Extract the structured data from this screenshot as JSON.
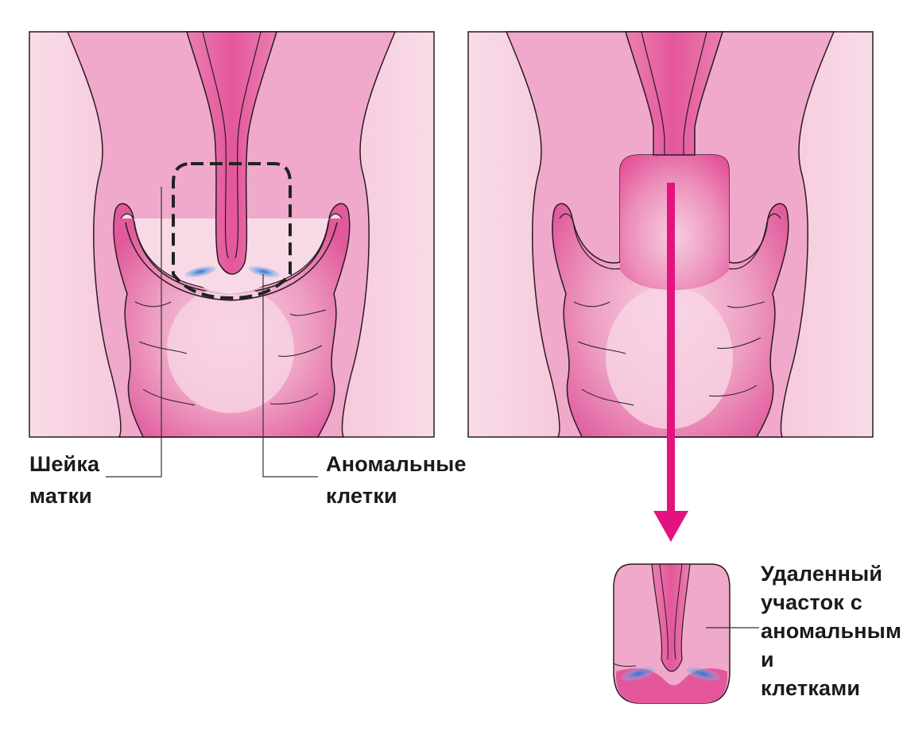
{
  "labels": {
    "cervix": {
      "line1": "Шейка",
      "line2": "матки"
    },
    "abnormal_cells": {
      "line1": "Аномальные",
      "line2": "клетки"
    },
    "removed_section": {
      "line1": "Удаленный",
      "line2": "участок с",
      "line3": "аномальным",
      "line4": "и",
      "line5": "клетками"
    }
  },
  "colors": {
    "background_pink": "#f3bcd3",
    "light_pink": "#f9dbe7",
    "tissue": "#ea8fb8",
    "tissue_dark": "#e0569a",
    "magenta_arrow": "#e3127e",
    "abnormal_cells_blue": "#3b7fd1",
    "outline": "#2a1a22",
    "dashed_box": "#222222"
  },
  "icons": [
    "down-arrow-icon"
  ]
}
